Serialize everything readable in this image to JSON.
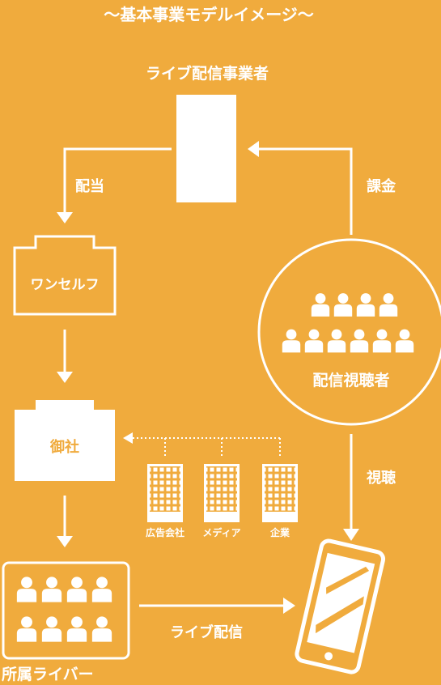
{
  "title": "～基本事業モデルイメージ～",
  "nodes": {
    "operator": "ライブ配信事業者",
    "oneself": "ワンセルフ",
    "company": "御社",
    "viewers": "配信視聴者",
    "livers": "所属ライバー"
  },
  "arrows": {
    "allocation": "配当",
    "billing": "課金",
    "viewing": "視聴",
    "streaming": "ライブ配信"
  },
  "partners": [
    "広告会社",
    "メディア",
    "企業"
  ],
  "icons": {
    "operator": "office-building-icon",
    "viewers": "audience-group-icon",
    "livers": "people-group-icon",
    "device": "smartphone-icon",
    "partners": "office-building-icon"
  },
  "colors": {
    "background": "#f0ab3d",
    "foreground": "#ffffff"
  }
}
